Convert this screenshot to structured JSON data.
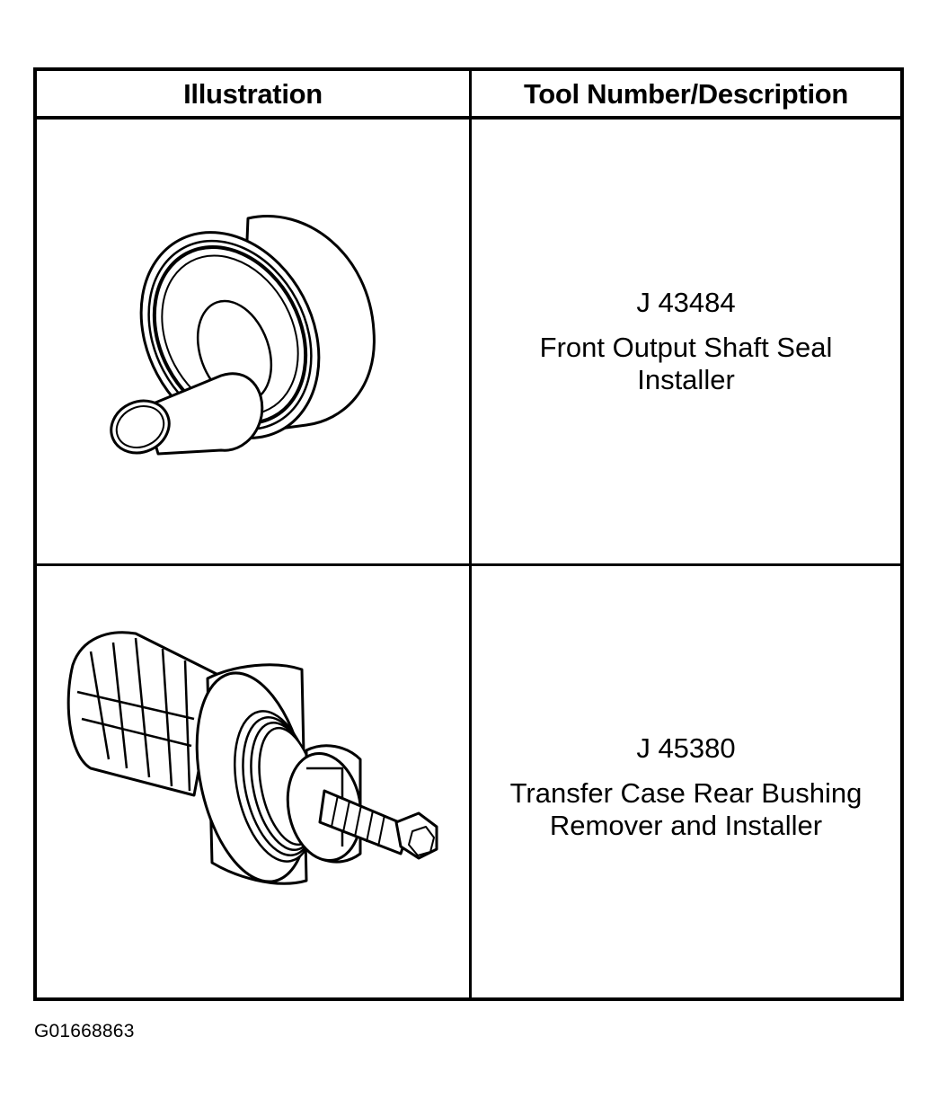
{
  "table": {
    "headers": {
      "illustration": "Illustration",
      "description": "Tool Number/Description"
    },
    "rows": [
      {
        "tool_number": "J 43484",
        "description": "Front Output Shaft Seal\nInstaller",
        "illustration_icon": "seal-installer-icon"
      },
      {
        "tool_number": "J 45380",
        "description": "Transfer Case Rear Bushing\nRemover and Installer",
        "illustration_icon": "bushing-remover-installer-icon"
      }
    ]
  },
  "figure_id": "G01668863"
}
